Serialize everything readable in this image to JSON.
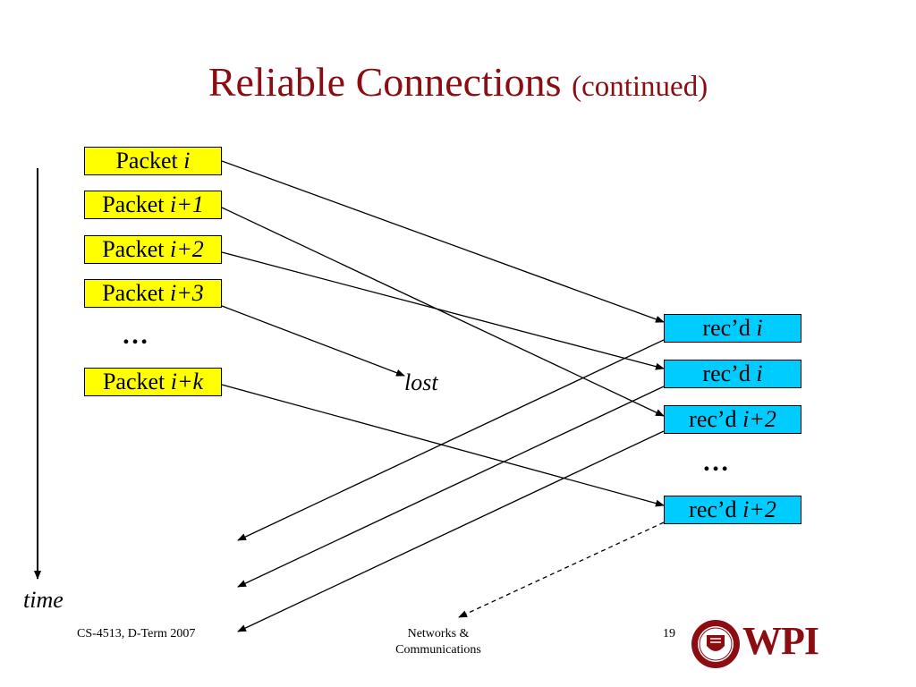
{
  "slide": {
    "title": "Reliable Connections",
    "title_suffix": "(continued)"
  },
  "packets": [
    {
      "prefix": "Packet ",
      "var": "i"
    },
    {
      "prefix": "Packet ",
      "var": "i+1"
    },
    {
      "prefix": "Packet ",
      "var": "i+2"
    },
    {
      "prefix": "Packet ",
      "var": "i+3"
    },
    {
      "prefix": "Packet ",
      "var": "i+k"
    }
  ],
  "receipts": [
    {
      "prefix": "rec’d ",
      "var": "i"
    },
    {
      "prefix": "rec’d ",
      "var": "i"
    },
    {
      "prefix": "rec’d ",
      "var": "i+2"
    },
    {
      "prefix": "rec’d ",
      "var": "i+2"
    }
  ],
  "labels": {
    "lost": "lost",
    "time": "time",
    "ellipsis_left": "…",
    "ellipsis_right": "…"
  },
  "footer": {
    "course": "CS-4513, D-Term 2007",
    "topic": "Networks &",
    "topic_line2": "Communications",
    "page": "19",
    "logo_text": "WPI"
  },
  "colors": {
    "title": "#8b0d12",
    "packet_box": "#ffff00",
    "receipt_box": "#00ccff"
  }
}
